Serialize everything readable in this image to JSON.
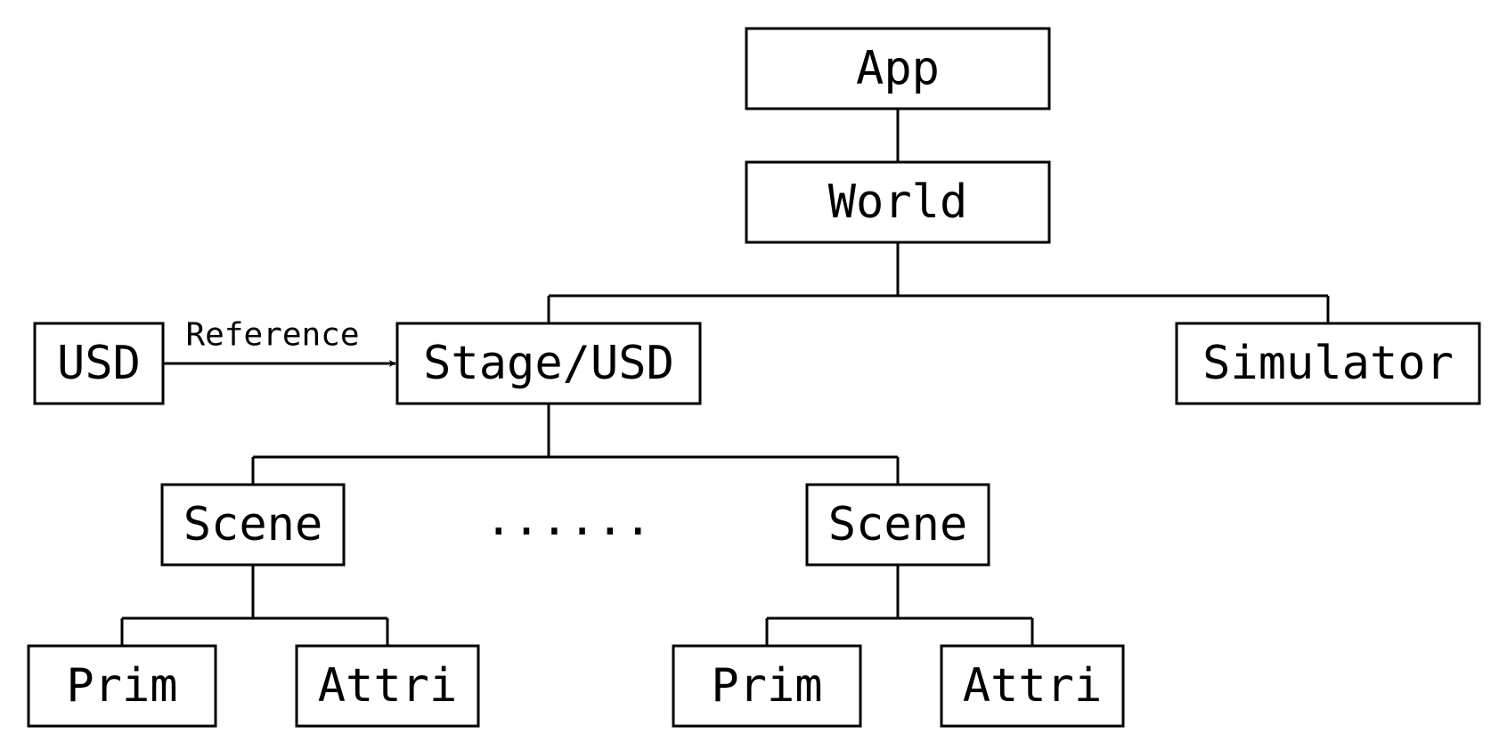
{
  "nodes": {
    "app": "App",
    "world": "World",
    "usd": "USD",
    "stage": "Stage/USD",
    "simulator": "Simulator",
    "scene_left": "Scene",
    "scene_right": "Scene",
    "prim_left": "Prim",
    "attri_left": "Attri",
    "prim_right": "Prim",
    "attri_right": "Attri"
  },
  "edges": {
    "reference": "Reference"
  },
  "ellipsis": "......"
}
